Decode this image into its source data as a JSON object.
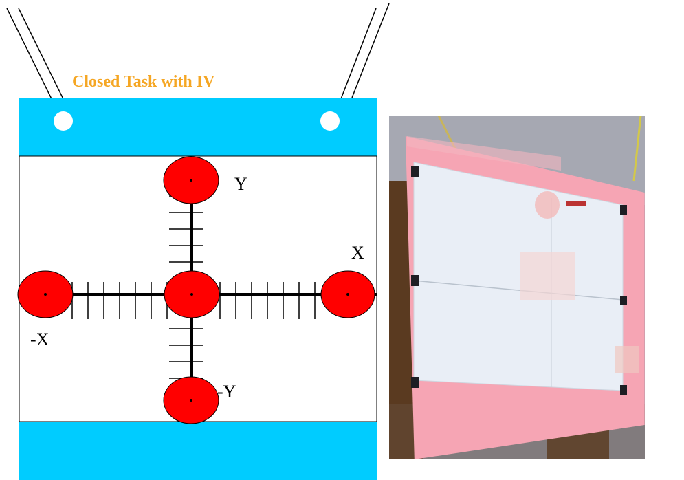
{
  "title": "Closed Task with IV",
  "labels": {
    "x_pos": "X",
    "x_neg": "-X",
    "y_pos": "Y",
    "y_neg": "-Y"
  },
  "colors": {
    "title": "#f5a623",
    "board_band": "#00ccff",
    "target": "#ff0000",
    "photo_board": "#f6a5b4",
    "photo_sheet": "#e9eef6",
    "photo_wall": "#8d8e99"
  },
  "targets": [
    "center",
    "x-positive",
    "x-negative",
    "y-positive",
    "y-negative"
  ],
  "photo": {
    "description_icon": "photo-of-hanging-board"
  }
}
